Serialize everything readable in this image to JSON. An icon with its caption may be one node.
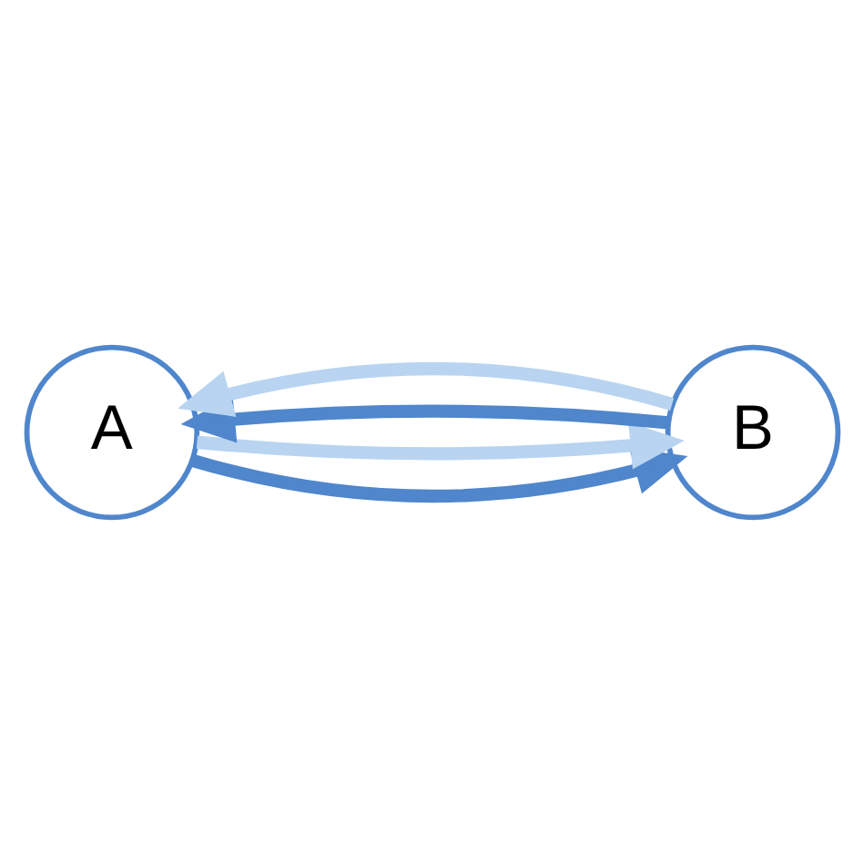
{
  "diagram": {
    "nodes": [
      {
        "text": [
          "A"
        ]
      },
      {
        "text": [
          "B"
        ]
      }
    ],
    "edges": [
      {
        "from": 0,
        "to": 1,
        "arrow": "to",
        "color": "#4f86cc"
      },
      {
        "from": 0,
        "to": 1,
        "arrow": "to",
        "color": "#b8d4f0"
      },
      {
        "from": 1,
        "to": 0,
        "arrow": "to",
        "color": "#4f86cc"
      },
      {
        "from": 1,
        "to": 0,
        "arrow": "to",
        "color": "#b8d4f0"
      }
    ]
  }
}
